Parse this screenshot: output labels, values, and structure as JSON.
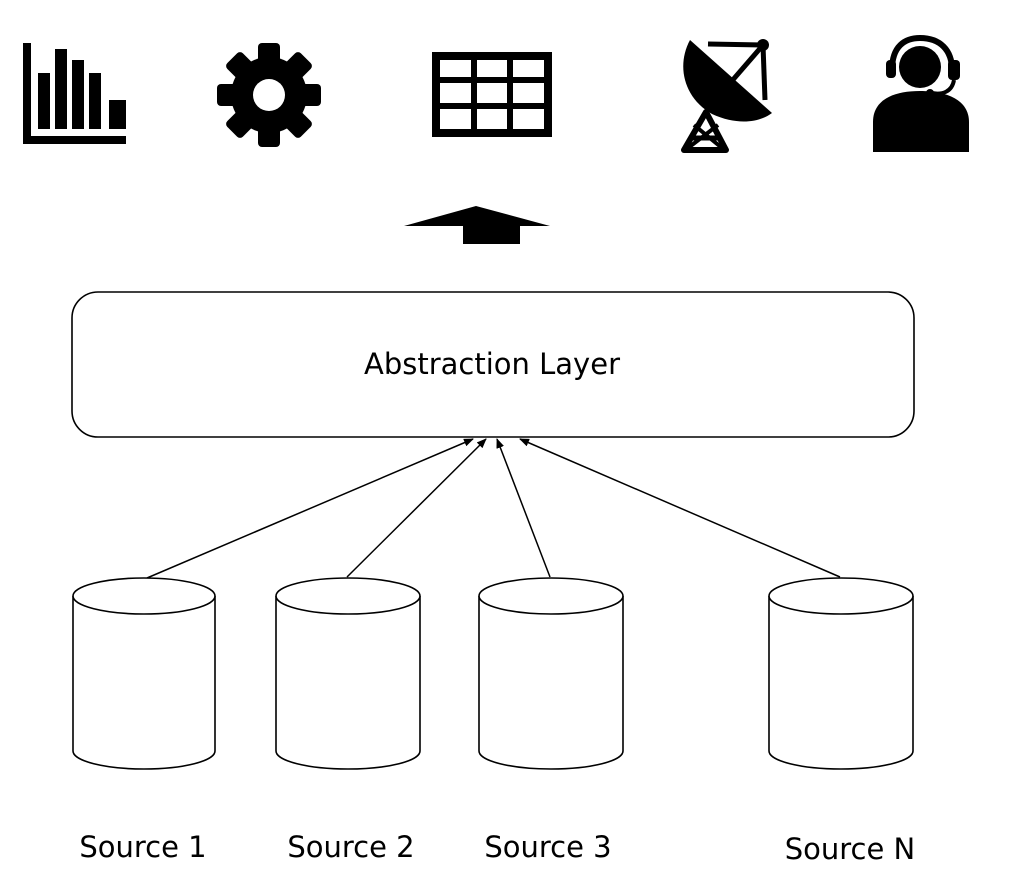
{
  "icons": [
    {
      "name": "bar-chart-icon"
    },
    {
      "name": "gear-icon"
    },
    {
      "name": "table-grid-icon"
    },
    {
      "name": "satellite-dish-icon"
    },
    {
      "name": "support-agent-icon"
    }
  ],
  "abstraction_layer": {
    "label": "Abstraction Layer"
  },
  "sources": [
    {
      "label": "Source 1"
    },
    {
      "label": "Source 2"
    },
    {
      "label": "Source 3"
    },
    {
      "label": "Source N"
    }
  ],
  "colors": {
    "ink": "#000000",
    "background": "#ffffff"
  }
}
